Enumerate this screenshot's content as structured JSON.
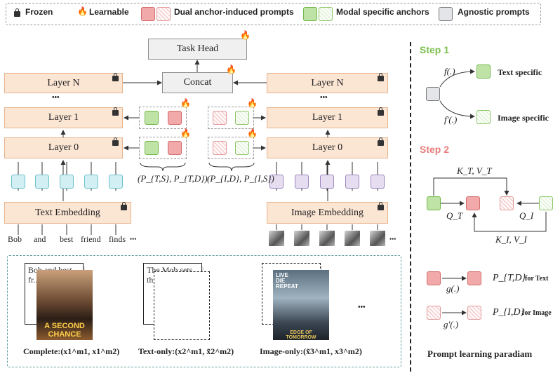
{
  "legend": {
    "frozen": "Frozen",
    "learnable": "Learnable",
    "dual_anchor": "Dual anchor-induced prompts",
    "modal_specific": "Modal specific anchors",
    "agnostic": "Agnostic prompts"
  },
  "blocks": {
    "task_head": "Task Head",
    "concat": "Concat",
    "text_layer_n": "Layer N",
    "text_layer_1": "Layer 1",
    "text_layer_0": "Layer 0",
    "text_dots": "•••",
    "image_layer_n": "Layer N",
    "image_layer_1": "Layer 1",
    "image_layer_0": "Layer 0",
    "image_dots": "•••",
    "text_embedding": "Text Embedding",
    "image_embedding": "Image Embedding"
  },
  "prompt_labels": {
    "text_pair": "(P_{T,S}, P_{T,D})",
    "image_pair": "(P_{I,D}, P_{I,S})"
  },
  "tokens": [
    "Bob",
    "and",
    "best",
    "friend",
    "finds",
    "•••"
  ],
  "image_tokens_more": "•••",
  "documents": {
    "doc1_text": "Bob and best fr... A Si va liv",
    "doc1_poster": "A SECOND CHANCE",
    "doc2_text": "The Mob sets th... vi ba M",
    "doc3_poster_top": "LIVE DIE REPEAT",
    "doc3_poster_bottom": "EDGE OF TOMORROW",
    "more": "•••"
  },
  "captions": {
    "complete": "Complete:(x1^m1, x1^m2)",
    "text_only": "Text-only:(x2^m1, x̃2^m2)",
    "image_only": "Image-only:(x̃3^m1, x3^m2)"
  },
  "right_panel": {
    "step1": "Step 1",
    "f": "f(.)",
    "f_prime": "f'(.)",
    "text_specific": "Text specific",
    "image_specific": "Image specific",
    "step2": "Step 2",
    "kt_vt": "K_T, V_T",
    "qt": "Q_T",
    "qi": "Q_I",
    "ki_vi": "K_I, V_I",
    "g": "g(.)",
    "g_prime": "g'(.)",
    "ptd": "P_{T,D}",
    "ptd_suffix": "for Text",
    "pid": "P_{I,D}",
    "pid_suffix": "for Image",
    "title": "Prompt learning paradiam"
  },
  "colors": {
    "layer_fill": "#fbe5d3",
    "green": "#bfe3a6",
    "red": "#f1a9a9",
    "flame": "#e8581c",
    "step1": "#7cc04f",
    "step2": "#e87c7c"
  }
}
